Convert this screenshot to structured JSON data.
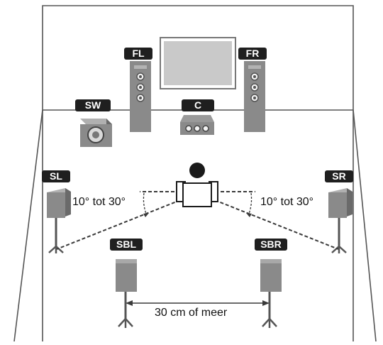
{
  "speakers": {
    "front_left": "FL",
    "front_right": "FR",
    "center": "C",
    "subwoofer": "SW",
    "surround_left": "SL",
    "surround_right": "SR",
    "surround_back_left": "SBL",
    "surround_back_right": "SBR"
  },
  "annotations": {
    "angle_left": "10° tot 30°",
    "angle_right": "10° tot 30°",
    "distance": "30 cm of meer"
  },
  "colors": {
    "label_bg": "#1f1f1f",
    "speaker_body": "#8a8a8a",
    "line": "#3a3a3a"
  }
}
